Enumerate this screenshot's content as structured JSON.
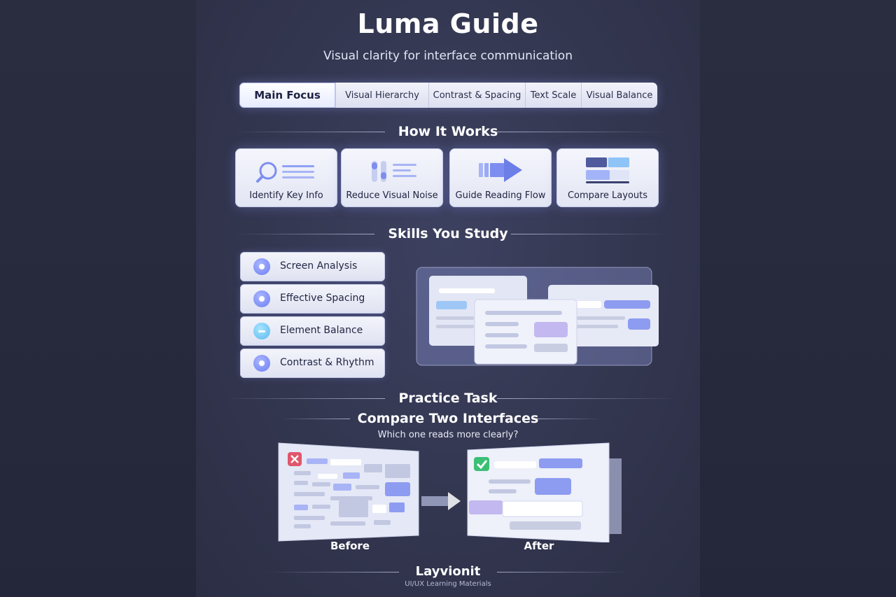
{
  "header": {
    "title": "Luma Guide",
    "subtitle": "Visual clarity for interface communication"
  },
  "tabs": [
    {
      "label": "Main Focus",
      "active": true
    },
    {
      "label": "Visual Hierarchy",
      "active": false
    },
    {
      "label": "Contrast & Spacing",
      "active": false
    },
    {
      "label": "Text Scale",
      "active": false
    },
    {
      "label": "Visual Balance",
      "active": false
    }
  ],
  "how_it_works": {
    "heading": "How It Works",
    "steps": [
      {
        "label": "Identify Key Info",
        "icon": "magnifier-icon"
      },
      {
        "label": "Reduce Visual Noise",
        "icon": "sliders-icon"
      },
      {
        "label": "Guide Reading Flow",
        "icon": "arrow-icon"
      },
      {
        "label": "Compare Layouts",
        "icon": "layout-compare-icon"
      }
    ]
  },
  "skills": {
    "heading": "Skills You Study",
    "items": [
      {
        "label": "Screen Analysis",
        "icon": "dot-icon"
      },
      {
        "label": "Effective Spacing",
        "icon": "dot-icon"
      },
      {
        "label": "Element Balance",
        "icon": "minus-icon"
      },
      {
        "label": "Contrast & Rhythm",
        "icon": "sparkle-icon"
      }
    ]
  },
  "practice": {
    "heading": "Practice Task",
    "title": "Compare Two Interfaces",
    "question": "Which one reads more clearly?",
    "before_label": "Before",
    "after_label": "After"
  },
  "footer": {
    "brand": "Layvionit",
    "tagline": "UI/UX Learning Materials"
  },
  "colors": {
    "background": "#272a3c",
    "accent": "#7b8cf5",
    "error": "#e0566b",
    "success": "#3bbf74"
  }
}
